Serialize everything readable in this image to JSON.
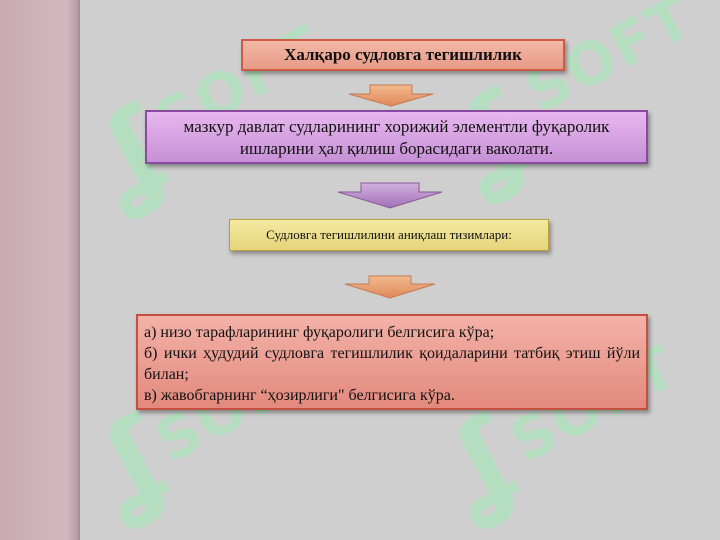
{
  "title": "Халқаро судловга тегишлилик",
  "definition": "мазкур давлат судларининг хорижий элементли фуқаролик ишларини ҳал қилиш борасидаги ваколати.",
  "systems_label": "Судловга тегишлилини аниқлаш тизимлари:",
  "items": [
    "а) низо тарафларининг фуқаролиги белгисига кўра;",
    "б) ички ҳудудий судловга тегишлилик қоидаларини татбиқ этиш йўли билан;",
    "в) жавобгарнинг “ҳозирлиги\" белгисига кўра."
  ],
  "watermark_text": "SOFT",
  "colors": {
    "title_fill": "#e79a86",
    "definition_fill": "#c790d6",
    "systems_fill": "#e5d47a",
    "list_fill": "#e3897d",
    "arrow_orange": "#e8a06e",
    "arrow_purple": "#b88ac8",
    "sidebar": "#d4b8c0",
    "watermark": "#a0ebb4"
  }
}
